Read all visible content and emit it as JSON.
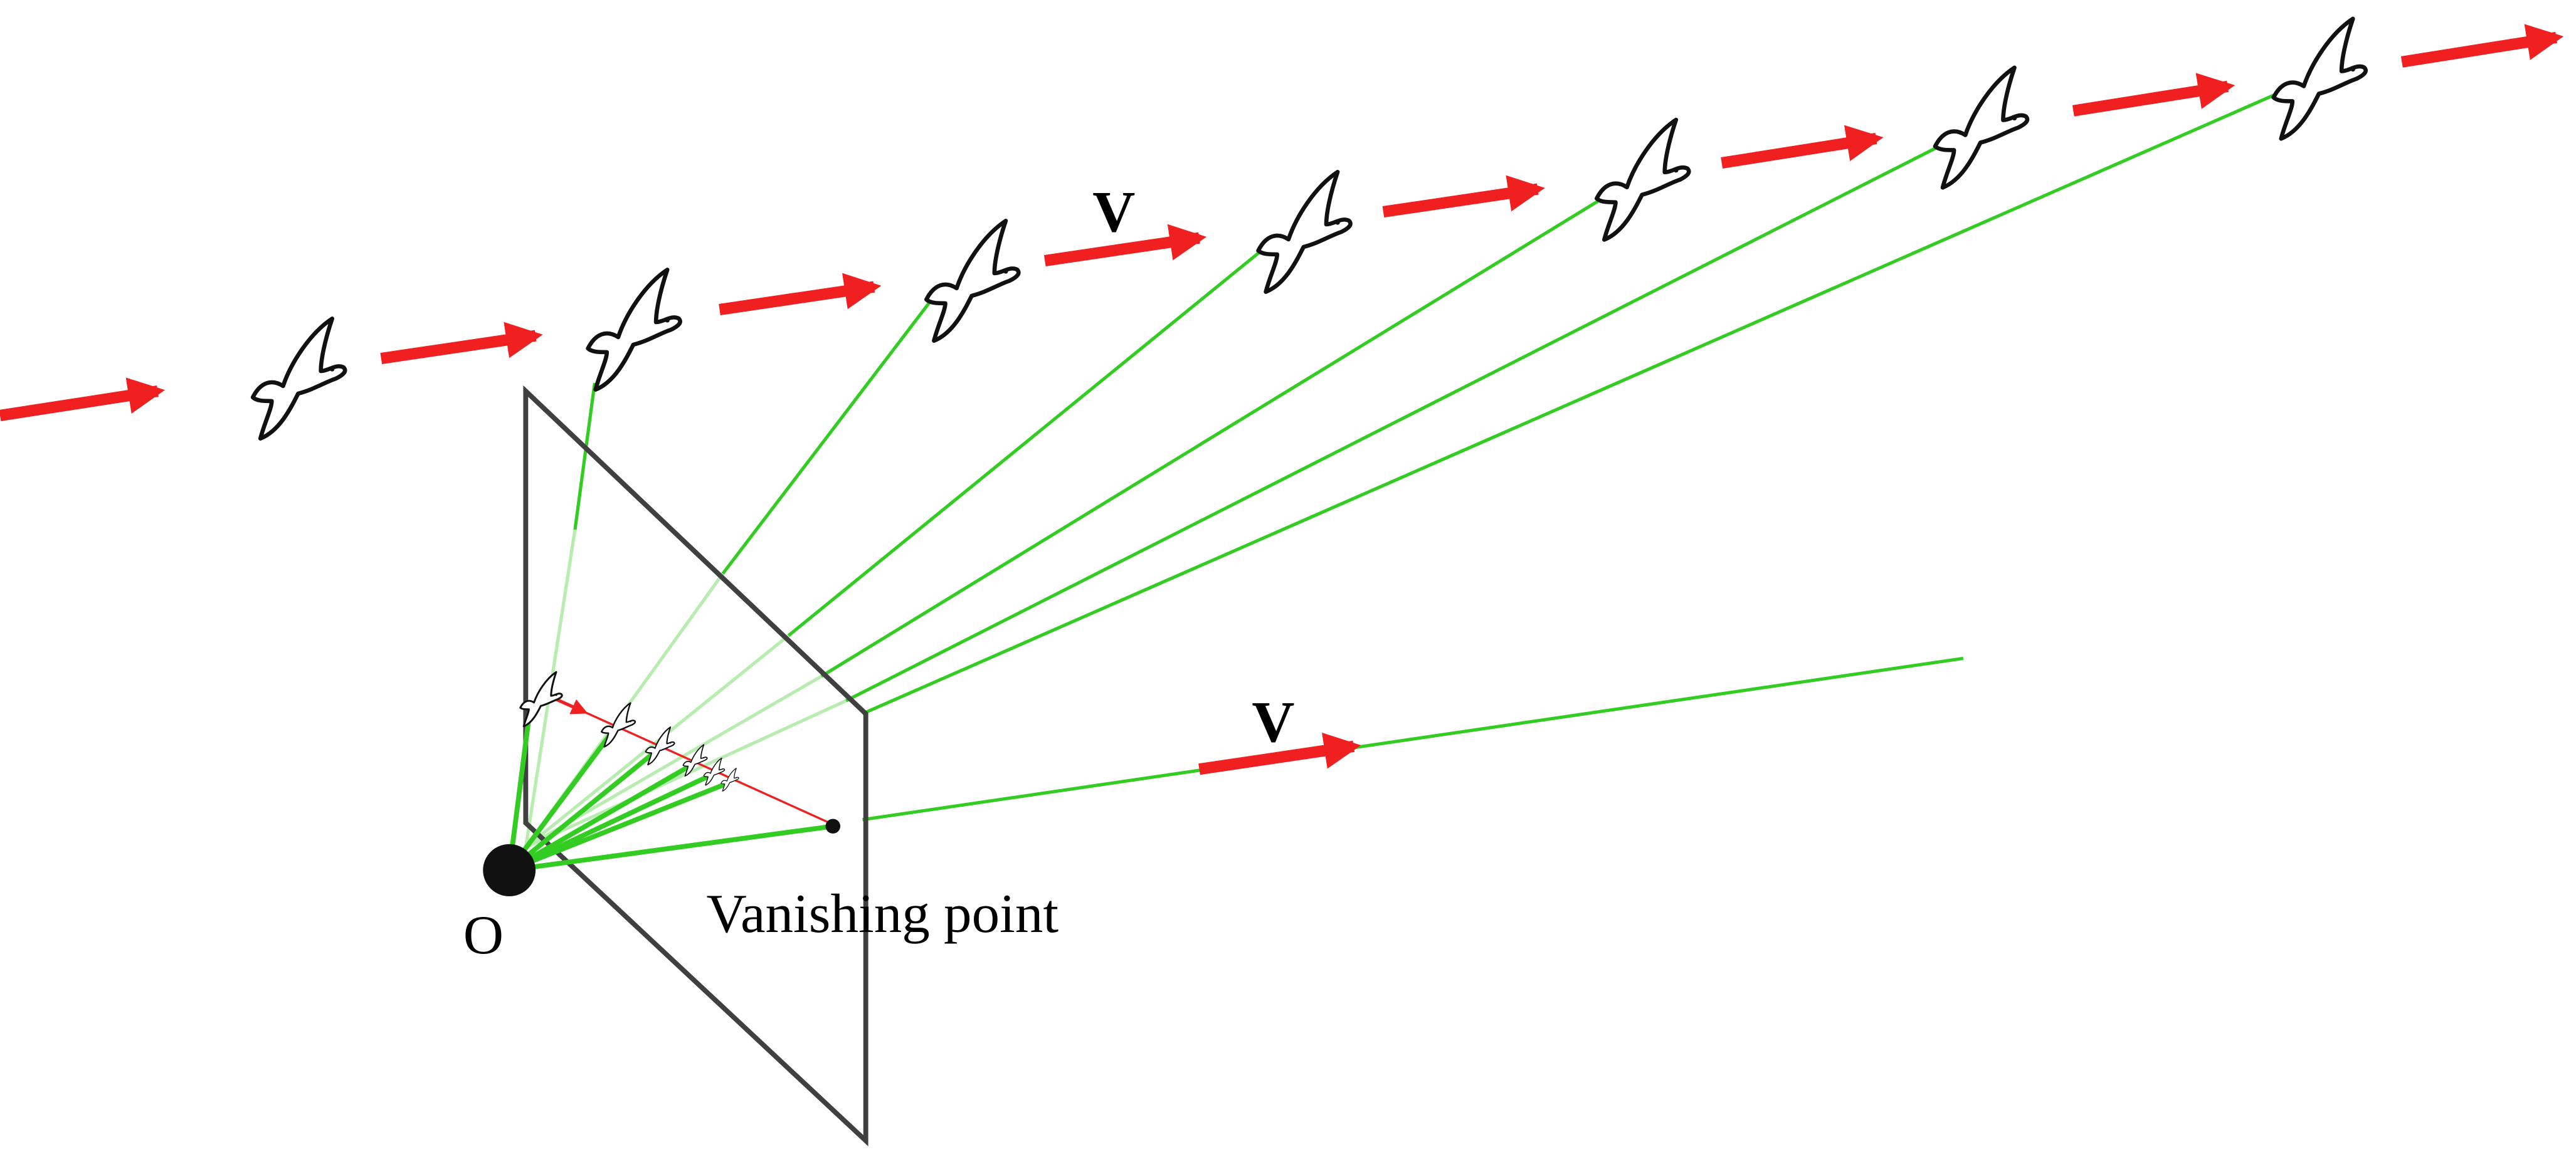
{
  "labels": {
    "velocity_top": "V",
    "velocity_bottom": "V",
    "origin": "O",
    "vanishing_point": "Vanishing point"
  },
  "colors": {
    "motion_arrow": "#f02020",
    "sight_line": "#33cc22",
    "sight_line_faded": "#b8ecb0",
    "image_plane": "#404040",
    "origin_point": "#111111",
    "bird_outline": "#111111"
  },
  "icons": {
    "bird": "flying-bird-icon",
    "origin": "filled-circle-dot",
    "vanishing_point": "small-dot"
  }
}
